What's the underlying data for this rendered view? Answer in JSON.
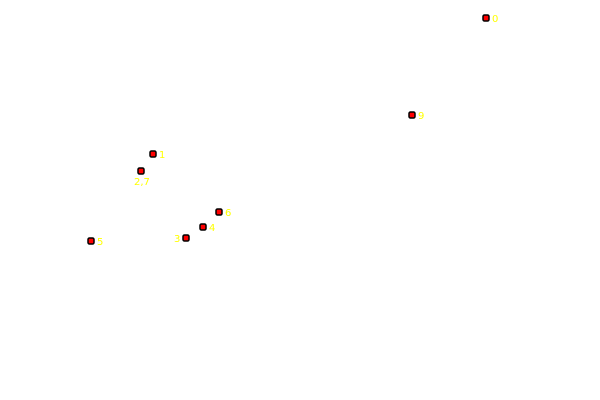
{
  "diagram": {
    "marker_fill": "#ff0000",
    "marker_stroke": "#000000",
    "label_color": "#ffff00",
    "nodes": [
      {
        "id": "0",
        "label": "0"
      },
      {
        "id": "1",
        "label": "1"
      },
      {
        "id": "2-7",
        "label": "2,7"
      },
      {
        "id": "3",
        "label": "3"
      },
      {
        "id": "4",
        "label": "4"
      },
      {
        "id": "5",
        "label": "5"
      },
      {
        "id": "6",
        "label": "6"
      },
      {
        "id": "9",
        "label": "9"
      }
    ]
  }
}
